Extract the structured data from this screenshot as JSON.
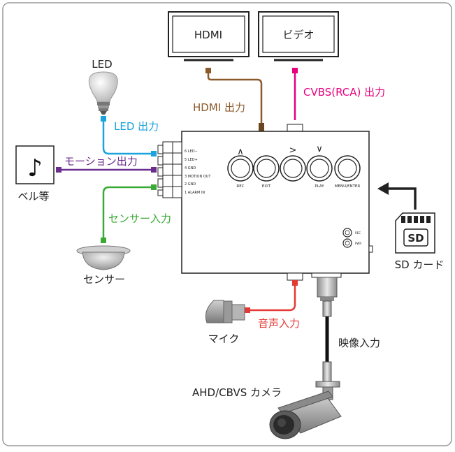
{
  "monitors": {
    "hdmi": "HDMI",
    "video": "ビデオ"
  },
  "outputs": {
    "hdmi_out": "HDMI 出力",
    "cvbs_out": "CVBS(RCA) 出力",
    "led_out": "LED 出力",
    "motion_out": "モーション出力",
    "sensor_in": "センサー入力",
    "audio_in": "音声入力",
    "video_in": "映像入力"
  },
  "devices": {
    "led": "LED",
    "bell": "ベル等",
    "sensor": "センサー",
    "mic": "マイク",
    "sd_card": "SD カード",
    "sd_logo": "SD",
    "camera": "AHD/CBVS カメラ"
  },
  "terminal_block": [
    "6 LED−",
    "5 LED+",
    "4 GND",
    "3 MOTION OUT",
    "2 GND",
    "1 ALARM IN"
  ],
  "buttons": [
    {
      "arrow": "∧",
      "label": "REC"
    },
    {
      "arrow": "",
      "label": "EXIT"
    },
    {
      "arrow": ">",
      "label": ""
    },
    {
      "arrow": "∨",
      "label": "PLAY"
    },
    {
      "arrow": "",
      "label": "MENU/ENTER"
    }
  ],
  "indicators": [
    "REC",
    "PWR"
  ],
  "colors": {
    "hdmi": "#8B5A2B",
    "cvbs": "#E6007E",
    "led": "#1AA3DC",
    "motion": "#6A2C8E",
    "sensor": "#3AAA35",
    "audio": "#E53935"
  }
}
